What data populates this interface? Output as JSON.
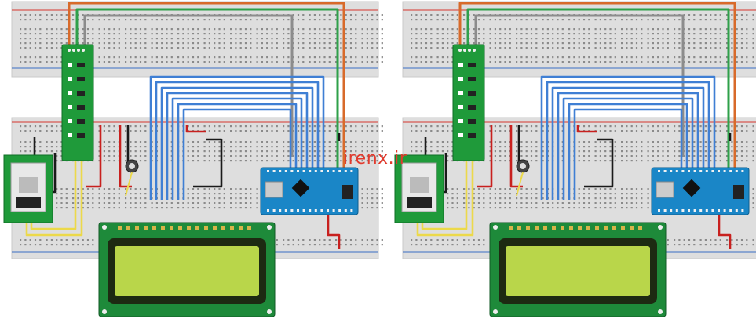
{
  "watermark": {
    "text": "irenx.ir"
  },
  "colors": {
    "breadboard": "#dedede",
    "breadboard_edge": "#c9c9c9",
    "hole": "#8a8a8a",
    "rail_red": "#d7372f",
    "rail_blue": "#3a6fc4",
    "pcb_green": "#1f9a3a",
    "pcb_dark": "#0f6e25",
    "arduino_blue": "#1a86c7",
    "lcd_frame": "#1e8a3a",
    "lcd_screen": "#b9d64a",
    "lcd_bezel": "#1d2a12",
    "wire_orange": "#d86a2a",
    "wire_green": "#2fa04a",
    "wire_gray": "#8c8c8c",
    "wire_blue": "#3f7fd4",
    "wire_red": "#c8201e",
    "wire_black": "#1a1a1a",
    "wire_yellow": "#ecd94a"
  },
  "components": [
    "breadboard",
    "sensor-module",
    "arduino-nano",
    "lcd-16x2",
    "potentiometer",
    "jack-connector"
  ]
}
